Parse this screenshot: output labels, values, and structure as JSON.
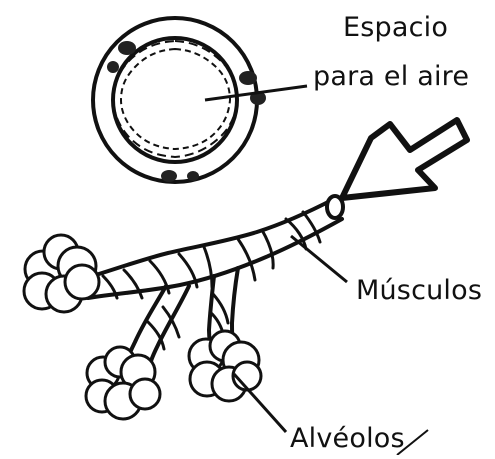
{
  "labels": {
    "air_space_line1": "Espacio",
    "air_space_line2": "para el aire",
    "muscles": "Músculos",
    "alveoli": "Alvéolos"
  },
  "colors": {
    "ink": "#111111",
    "background": "#ffffff"
  },
  "icons": {
    "arrow": "thick-outline-arrow-icon"
  }
}
